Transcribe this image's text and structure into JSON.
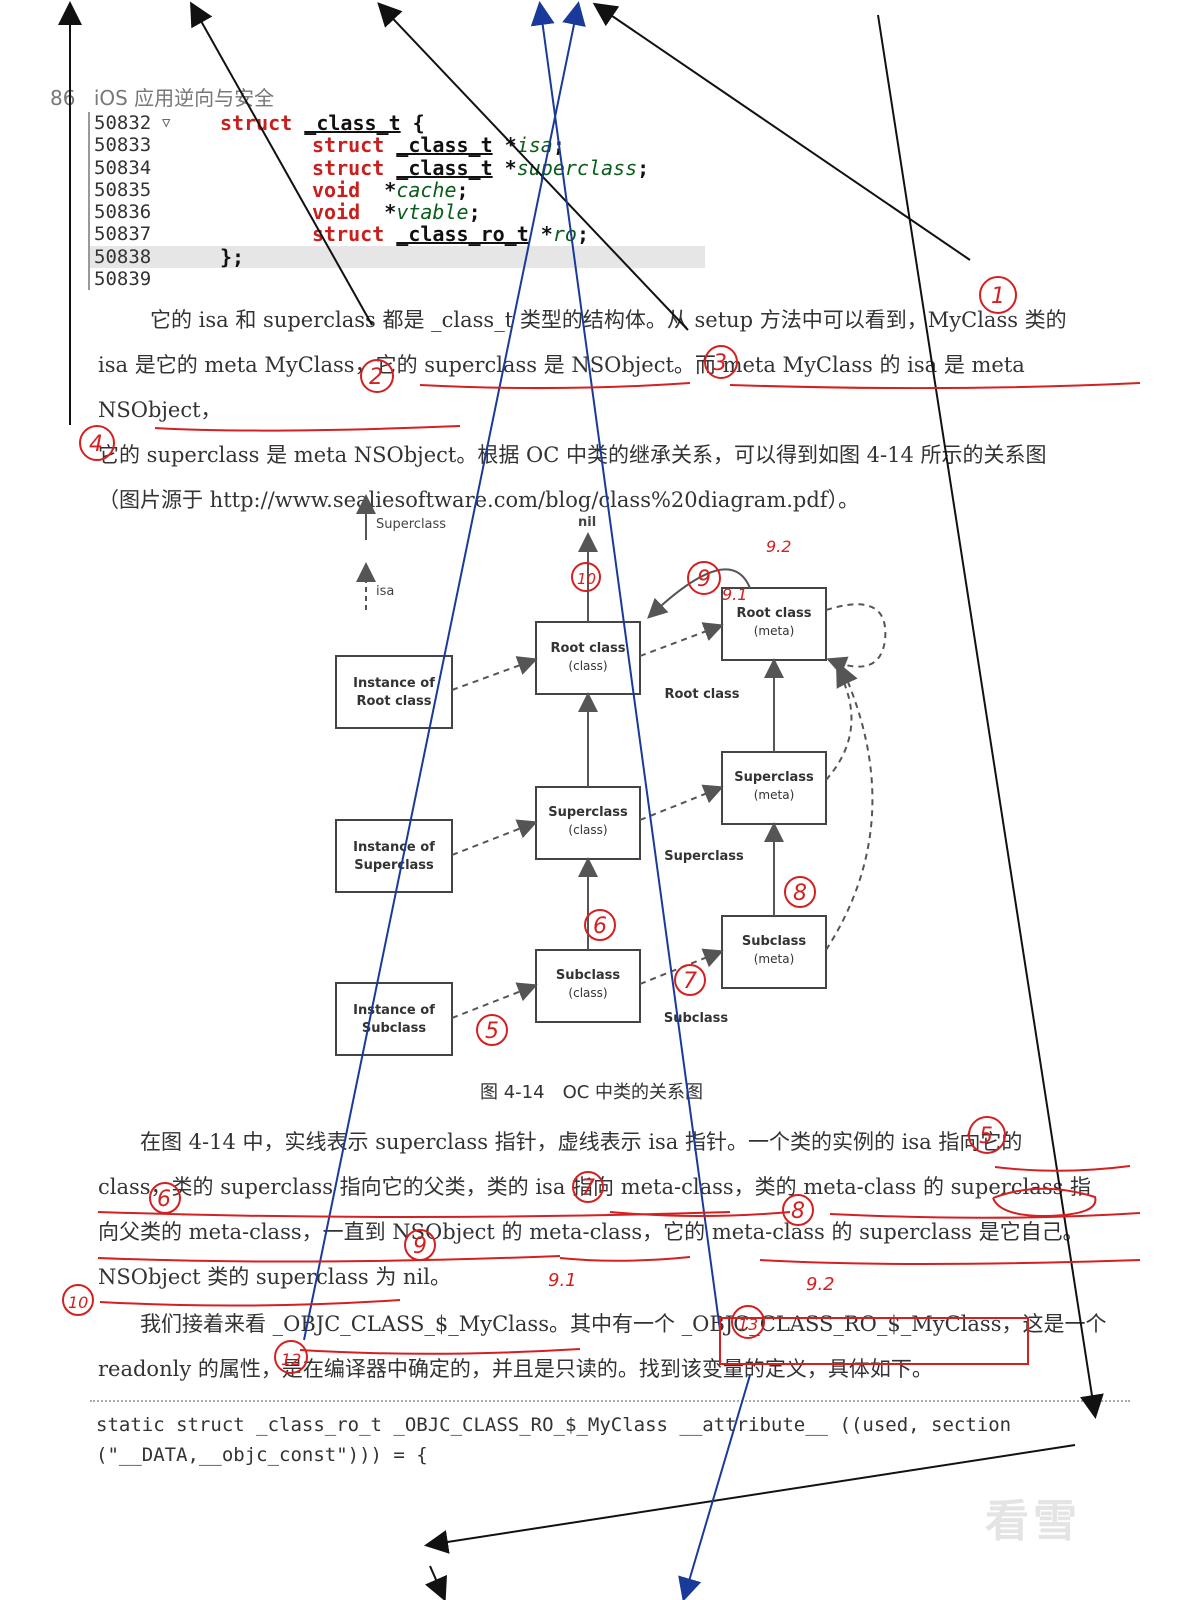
{
  "header": {
    "page_number": "86",
    "title": "iOS 应用逆向与安全"
  },
  "code_block": {
    "lines": [
      {
        "num": "50832",
        "fold": "▽",
        "kw": "struct",
        "rest": " _class_t {",
        "ul": "_class_t",
        "indent": 0
      },
      {
        "num": "50833",
        "kw": "struct",
        "ul": "_class_t",
        "ptr": " *",
        "field": "isa",
        "end": ";",
        "indent": 1
      },
      {
        "num": "50834",
        "kw": "struct",
        "ul": "_class_t",
        "ptr": " *",
        "field": "superclass",
        "end": ";",
        "indent": 1
      },
      {
        "num": "50835",
        "kw": "void",
        "ul": "",
        "ptr": " *",
        "field": "cache",
        "end": ";",
        "indent": 1
      },
      {
        "num": "50836",
        "kw": "void",
        "ul": "",
        "ptr": " *",
        "field": "vtable",
        "end": ";",
        "indent": 1
      },
      {
        "num": "50837",
        "kw": "struct",
        "ul": "_class_ro_t",
        "ptr": " *",
        "field": "ro",
        "end": ";",
        "indent": 1
      },
      {
        "num": "50838",
        "text": "};",
        "indent": 0
      },
      {
        "num": "50839",
        "text": "",
        "indent": 0
      }
    ]
  },
  "paragraph1": {
    "lines": [
      "它的 isa 和 superclass 都是 _class_t 类型的结构体。从 setup 方法中可以看到，MyClass 类的",
      "isa 是它的 meta MyClass，它的 superclass 是 NSObject。而 meta MyClass 的 isa 是 meta NSObject，",
      "它的 superclass 是 meta NSObject。根据 OC 中类的继承关系，可以得到如图 4-14 所示的关系图",
      "（图片源于 http://www.sealiesoftware.com/blog/class%20diagram.pdf）。"
    ]
  },
  "diagram": {
    "legend": {
      "superclass": "Superclass",
      "isa": "isa"
    },
    "nil_label": "nil",
    "instances": [
      [
        "Instance of",
        "Root class"
      ],
      [
        "Instance of",
        "Superclass"
      ],
      [
        "Instance of",
        "Subclass"
      ]
    ],
    "classes": [
      [
        "Root class",
        "(class)"
      ],
      [
        "Superclass",
        "(class)"
      ],
      [
        "Subclass",
        "(class)"
      ]
    ],
    "metas": [
      [
        "Root class",
        "(meta)"
      ],
      [
        "Superclass",
        "(meta)"
      ],
      [
        "Subclass",
        "(meta)"
      ]
    ],
    "row_labels": [
      "Root class",
      "Superclass",
      "Subclass"
    ]
  },
  "caption": "图 4-14　OC 中类的关系图",
  "paragraph2": {
    "lines": [
      "　　在图 4-14 中，实线表示 superclass 指针，虚线表示 isa 指针。一个类的实例的 isa 指向它的",
      "class，类的 superclass 指向它的父类，类的 isa 指向 meta-class，类的 meta-class 的 superclass 指",
      "向父类的 meta-class，一直到 NSObject 的 meta-class，它的 meta-class 的 superclass 是它自己。",
      "NSObject 类的 superclass 为 nil。"
    ]
  },
  "paragraph3": {
    "lines": [
      "　　我们接着来看 _OBJC_CLASS_$_MyClass。其中有一个 _OBJC_CLASS_RO_$_MyClass，这是一个",
      "readonly 的属性，是在编译器中确定的，并且是只读的。找到该变量的定义，具体如下。"
    ]
  },
  "code_block2": {
    "lines": [
      "static struct _class_ro_t _OBJC_CLASS_RO_$_MyClass __attribute__ ((used, section",
      "(\"__DATA,__objc_const\"))) = {"
    ]
  },
  "annotations": {
    "numbers": [
      "1",
      "2",
      "3",
      "4",
      "5",
      "6",
      "7",
      "8",
      "9",
      "9.1",
      "9.2",
      "10",
      "12",
      "13",
      "5",
      "6",
      "7",
      "8",
      "9",
      "9.1",
      "9.2",
      "10"
    ]
  },
  "watermark": "看雪",
  "colors": {
    "keyword": "#c8201e",
    "ink_red": "#d42020",
    "ink_blue": "#1a3a9a",
    "ink_black": "#111111"
  }
}
